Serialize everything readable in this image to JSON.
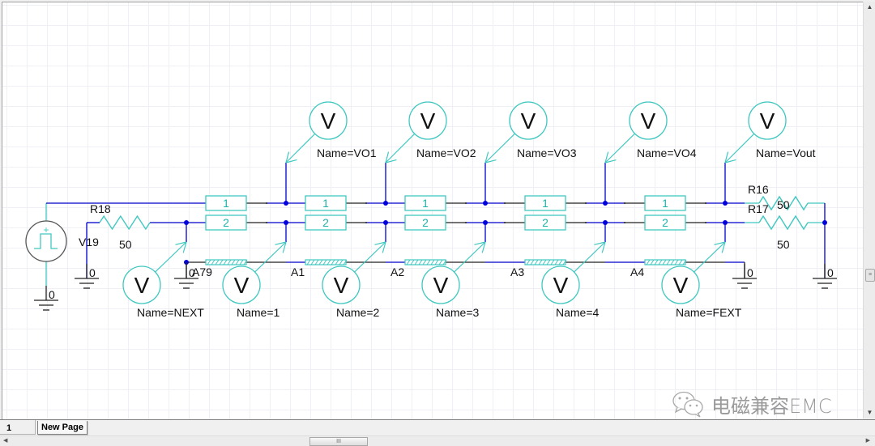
{
  "window": {
    "page_number": "1",
    "active_tab": "New Page"
  },
  "schematic": {
    "source": {
      "ref": "V19",
      "ground": "0"
    },
    "termination_left": {
      "ref": "R18",
      "value": "50",
      "ground": "0"
    },
    "termination_right": [
      {
        "ref": "R16",
        "value": "50"
      },
      {
        "ref": "R17",
        "value": "50"
      }
    ],
    "right_ground": "0",
    "mid_ground": "0",
    "near_ground": "0",
    "coupled_line_segments": [
      {
        "ref": "A79",
        "conductors": [
          "1",
          "2"
        ]
      },
      {
        "ref": "A1",
        "conductors": [
          "1",
          "2"
        ]
      },
      {
        "ref": "A2",
        "conductors": [
          "1",
          "2"
        ]
      },
      {
        "ref": "A3",
        "conductors": [
          "1",
          "2"
        ]
      },
      {
        "ref": "A4",
        "conductors": [
          "1",
          "2"
        ]
      }
    ],
    "voltmeter_symbol": "V",
    "top_meters": [
      {
        "label": "Name=VO1"
      },
      {
        "label": "Name=VO2"
      },
      {
        "label": "Name=VO3"
      },
      {
        "label": "Name=VO4"
      },
      {
        "label": "Name=Vout"
      }
    ],
    "bottom_meters": [
      {
        "label": "Name=NEXT"
      },
      {
        "label": "Name=1"
      },
      {
        "label": "Name=2"
      },
      {
        "label": "Name=3"
      },
      {
        "label": "Name=4"
      },
      {
        "label": "Name=FEXT"
      }
    ],
    "colors": {
      "wire_blue": "#0000cc",
      "wire_black": "#222222",
      "component_teal": "#40c8c0",
      "node_dot": "#0000dd",
      "ground": "#222222"
    }
  },
  "watermark": {
    "icon": "wechat-icon",
    "text": "电磁兼容EMC"
  },
  "scrollbars": {
    "horizontal_thumb_glyph": "III",
    "vertical_thumb_glyph": "≡"
  }
}
